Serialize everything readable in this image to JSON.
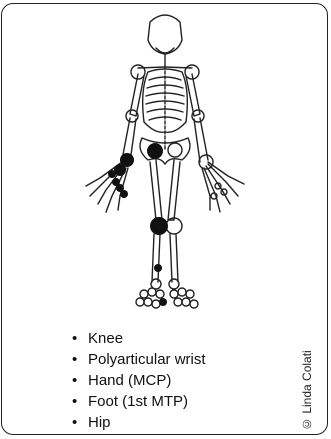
{
  "legend": {
    "items": [
      "Knee",
      "Polyarticular wrist",
      "Hand (MCP)",
      "Foot (1st MTP)",
      "Hip"
    ]
  },
  "credit": "© Linda Colati",
  "colors": {
    "affected": "#111111",
    "outline": "#222222",
    "background": "#ffffff"
  }
}
